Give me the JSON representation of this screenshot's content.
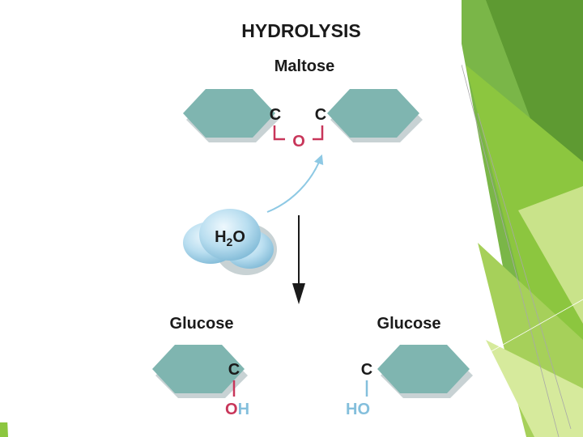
{
  "title": "HYDROLYSIS",
  "reactant": {
    "name": "Maltose",
    "left_atom": "C",
    "right_atom": "C",
    "bridge_atom": "O"
  },
  "water": {
    "prefix": "H",
    "subscript": "2",
    "suffix": "O"
  },
  "products": {
    "left_name": "Glucose",
    "right_name": "Glucose",
    "left_atom": "C",
    "right_atom": "C",
    "left_group_o": "O",
    "left_group_h": "H",
    "right_group": "HO"
  },
  "colors": {
    "hexagon": "#7fb5b0",
    "hexagon_shadow": "#c8d2d4",
    "bond_red": "#c8365a",
    "water_blue": "#84bfdc",
    "arrow_light": "#8ec9e4",
    "text_dark": "#1a1a1a",
    "green_dark": "#6aa33a",
    "green_mid": "#8cc63f",
    "green_light": "#d6ea9c"
  }
}
